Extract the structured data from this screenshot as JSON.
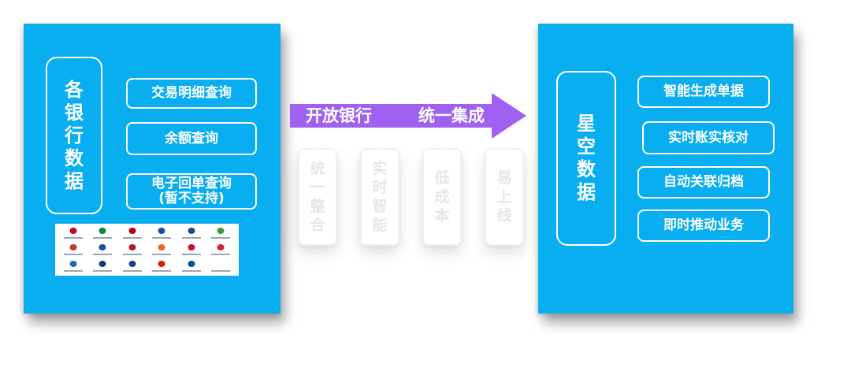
{
  "left_panel": {
    "title_chars": [
      "各",
      "银",
      "行",
      "数",
      "据"
    ],
    "items": [
      {
        "lines": [
          "交易明细查询"
        ]
      },
      {
        "lines": [
          "余额查询"
        ]
      },
      {
        "lines": [
          "电子回单查询",
          "(暂不支持)"
        ]
      }
    ],
    "logo_grid": {
      "logos": [
        {
          "icon": "bank-logo-icon",
          "color": "#d0021b"
        },
        {
          "icon": "bank-logo-icon",
          "color": "#0b8a3a"
        },
        {
          "icon": "bank-logo-icon",
          "color": "#b30000"
        },
        {
          "icon": "bank-logo-icon",
          "color": "#1251a3"
        },
        {
          "icon": "bank-logo-icon",
          "color": "#1a4a8a"
        },
        {
          "icon": "bank-logo-icon",
          "color": "#3a9b3a"
        },
        {
          "icon": "bank-logo-icon",
          "color": "#c0392b"
        },
        {
          "icon": "bank-logo-icon",
          "color": "#1b4f9c"
        },
        {
          "icon": "bank-logo-icon",
          "color": "#b5172a"
        },
        {
          "icon": "bank-logo-icon",
          "color": "#f26522"
        },
        {
          "icon": "bank-logo-icon",
          "color": "#c8102e"
        },
        {
          "icon": "bank-logo-icon",
          "color": "#d92027"
        },
        {
          "icon": "bank-logo-icon",
          "color": "#2266b0"
        },
        {
          "icon": "bank-logo-icon",
          "color": "#0f3c7a"
        },
        {
          "icon": "bank-logo-icon",
          "color": "#1e3f8f"
        },
        {
          "icon": "bank-logo-icon",
          "color": "#d81e06"
        },
        {
          "icon": "bank-logo-icon",
          "color": "#00509e"
        },
        {
          "icon": "bank-logo-icon",
          "color": "#ffffff"
        }
      ]
    }
  },
  "arrow": {
    "color": "#a060f0",
    "label_left": "开放银行",
    "label_right": "统一集成"
  },
  "features": [
    {
      "chars": [
        "统",
        "一",
        "整",
        "合"
      ]
    },
    {
      "chars": [
        "实",
        "时",
        "智",
        "能"
      ]
    },
    {
      "chars": [
        "低",
        "成",
        "本"
      ]
    },
    {
      "chars": [
        "易",
        "上",
        "线"
      ]
    }
  ],
  "right_panel": {
    "title_chars": [
      "星",
      "空",
      "数",
      "据"
    ],
    "items": [
      {
        "lines": [
          "智能生成单据"
        ]
      },
      {
        "lines": [
          "实时账实核对"
        ]
      },
      {
        "lines": [
          "自动关联归档"
        ]
      },
      {
        "lines": [
          "即时推动业务"
        ]
      }
    ]
  },
  "colors": {
    "panel": "#08aeef",
    "text": "#ffffff"
  }
}
